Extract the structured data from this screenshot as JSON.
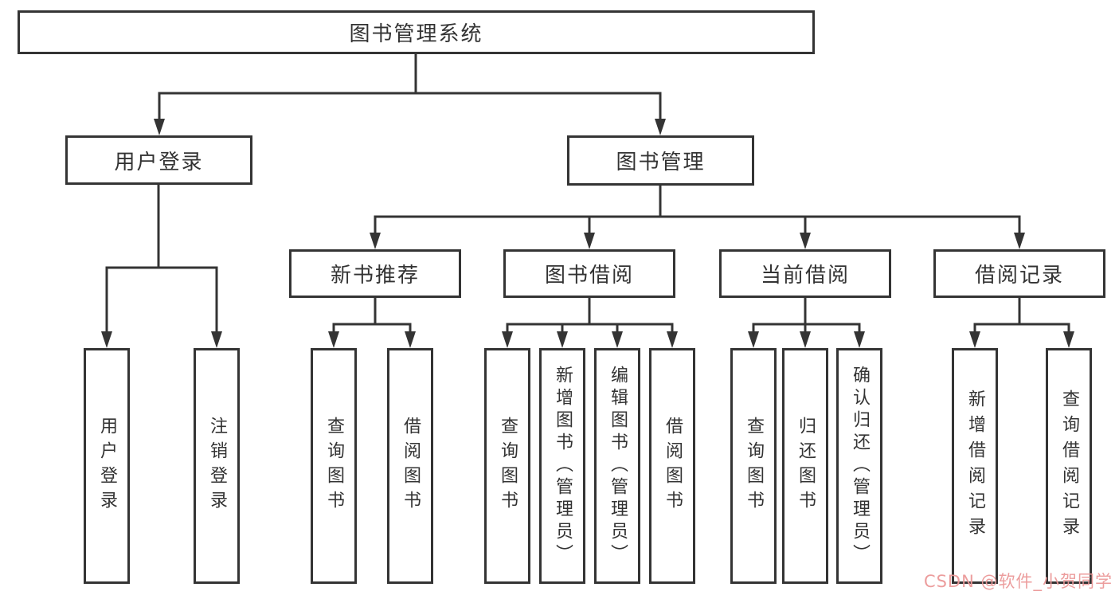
{
  "tree": {
    "root": "图书管理系统",
    "branches": [
      {
        "label": "用户登录",
        "children": [
          "用户登录",
          "注销登录"
        ]
      },
      {
        "label": "图书管理",
        "groups": [
          {
            "label": "新书推荐",
            "children": [
              "查询图书",
              "借阅图书"
            ]
          },
          {
            "label": "图书借阅",
            "children": [
              "查询图书",
              "新增图书（管理员）",
              "编辑图书（管理员）",
              "借阅图书"
            ]
          },
          {
            "label": "当前借阅",
            "children": [
              "查询图书",
              "归还图书",
              "确认归还（管理员）"
            ]
          },
          {
            "label": "借阅记录",
            "children": [
              "新增借阅记录",
              "查询借阅记录"
            ]
          }
        ]
      }
    ]
  },
  "watermark": {
    "text": "CSDN @软件_小贺同学"
  },
  "colors": {
    "line": "#343434",
    "box_border": "#343434",
    "box_fill": "#ffffff",
    "text": "#333333",
    "watermark": "#eb9898",
    "background": "#ffffff"
  }
}
